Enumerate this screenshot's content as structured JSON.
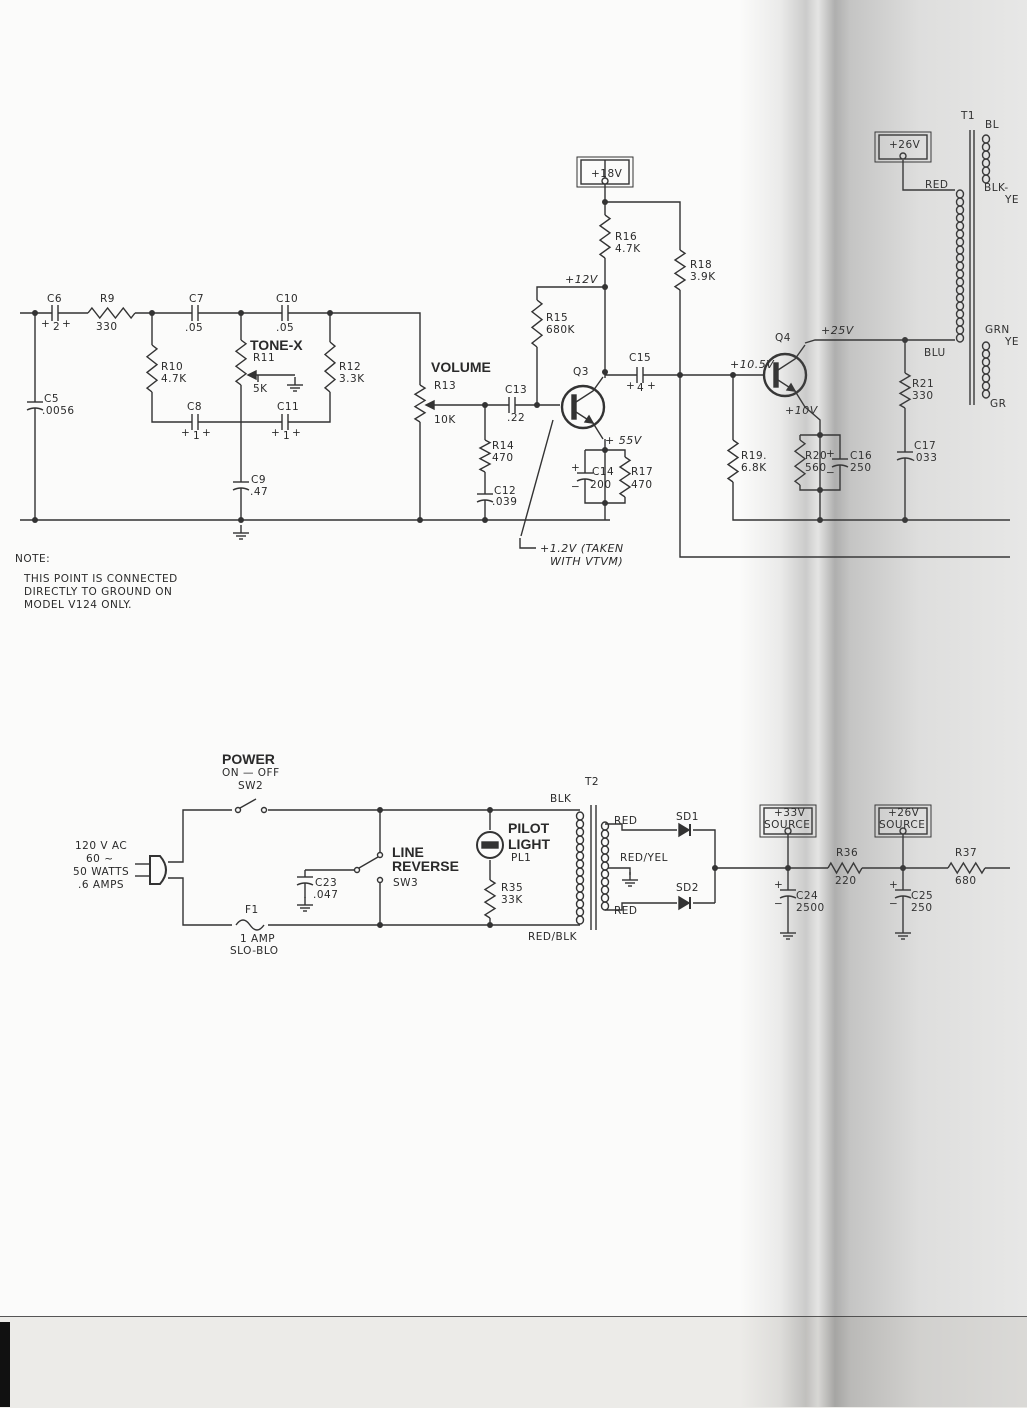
{
  "preamp": {
    "C6": {
      "ref": "C6",
      "value": "2"
    },
    "R9": {
      "ref": "R9",
      "value": "330"
    },
    "C7": {
      "ref": "C7",
      "value": ".05"
    },
    "C10": {
      "ref": "C10",
      "value": ".05"
    },
    "C5": {
      "ref": "C5",
      "value": ".0056"
    },
    "R10": {
      "ref": "R10",
      "value": "4.7K"
    },
    "R11": {
      "ref": "R11",
      "value": "5K",
      "title": "TONE-X"
    },
    "R12": {
      "ref": "R12",
      "value": "3.3K"
    },
    "C8": {
      "ref": "C8",
      "value": "1"
    },
    "C11": {
      "ref": "C11",
      "value": "1"
    },
    "C9": {
      "ref": "C9",
      "value": ".47"
    },
    "R13": {
      "ref": "R13",
      "value": "10K",
      "title": "VOLUME"
    },
    "C13": {
      "ref": "C13",
      "value": ".22"
    },
    "R14": {
      "ref": "R14",
      "value": "470"
    },
    "C12": {
      "ref": "C12",
      "value": ".039"
    },
    "R15": {
      "ref": "R15",
      "value": "680K"
    },
    "R16": {
      "ref": "R16",
      "value": "4.7K"
    },
    "R18": {
      "ref": "R18",
      "value": "3.9K"
    },
    "Q3": "Q3",
    "C15": {
      "ref": "C15",
      "value": "4"
    },
    "C14": {
      "ref": "C14",
      "value": "200"
    },
    "R17": {
      "ref": "R17",
      "value": "470"
    },
    "v18": "+18V",
    "v12": "+12V",
    "v55": "+ 55V",
    "v12b": "+1.2V (TAKEN",
    "v12c": "WITH VTVM)",
    "plus": "+",
    "minus": "−"
  },
  "output": {
    "Q4": "Q4",
    "v25": "+25V",
    "v105": "+10.5V",
    "v10": "+10V",
    "R19": {
      "ref": "R19.",
      "value": "6.8K"
    },
    "R20": {
      "ref": "R20",
      "value": "560"
    },
    "C16": {
      "ref": "C16",
      "value": "250"
    },
    "R21": {
      "ref": "R21",
      "value": "330"
    },
    "C17": {
      "ref": "C17",
      "value": ".033"
    },
    "v26": "+26V",
    "T1": "T1",
    "red": "RED",
    "blu": "BLU",
    "blk_yel_1": "BLK-",
    "blk_yel_2": "YE",
    "grn_1": "GRN",
    "grn_2": "YE",
    "grn_3": "GR",
    "blu_top": "BL"
  },
  "note": {
    "title": "NOTE:",
    "lines": [
      "THIS POINT IS CONNECTED",
      "DIRECTLY TO GROUND ON",
      "MODEL V124 ONLY."
    ]
  },
  "power": {
    "input": [
      "120 V AC",
      "60 ~",
      "50 WATTS",
      "​.6 AMPS"
    ],
    "sw2_title": "POWER",
    "sw2_sub": "ON — OFF",
    "sw2": "SW2",
    "f1": "F1",
    "f1_v1": "1 AMP",
    "f1_v2": "SLO-BLO",
    "C23": {
      "ref": "C23",
      "value": ".047"
    },
    "sw3_t1": "LINE",
    "sw3_t2": "REVERSE",
    "sw3": "SW3",
    "pl_t1": "PILOT",
    "pl_t2": "LIGHT",
    "pl": "PL1",
    "R35": {
      "ref": "R35",
      "value": "33K"
    },
    "T2": "T2",
    "blk": "BLK",
    "redblk": "RED/BLK",
    "red1": "RED",
    "red2": "RED",
    "redyel": "RED/YEL",
    "SD1": "SD1",
    "SD2": "SD2",
    "src33": [
      "+33V",
      "SOURCE"
    ],
    "src26": [
      "+26V",
      "SOURCE"
    ],
    "C24": {
      "ref": "C24",
      "value": "2500"
    },
    "C25": {
      "ref": "C25",
      "value": "250"
    },
    "R36": {
      "ref": "R36",
      "value": "220"
    },
    "R37": {
      "ref": "R37",
      "value": "680"
    }
  }
}
